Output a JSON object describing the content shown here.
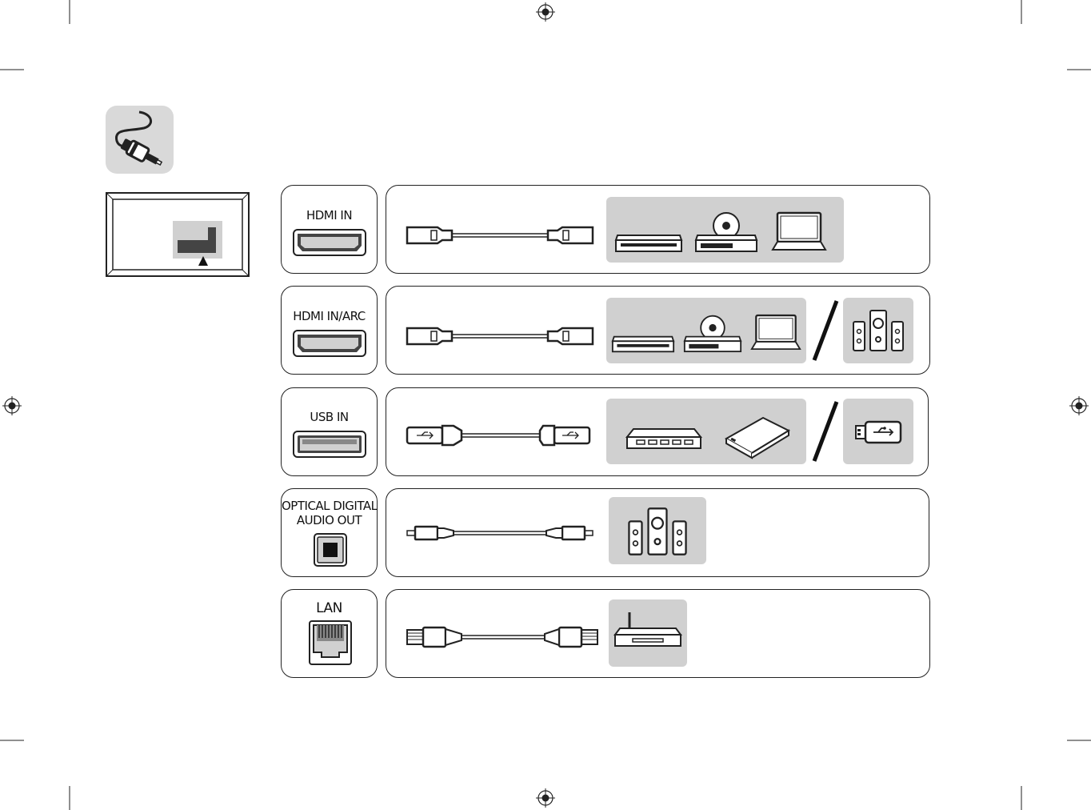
{
  "ports": [
    {
      "label": "HDMI IN",
      "port_icon": "hdmi-port-icon",
      "cable_icon": "hdmi-cable-icon",
      "devices": [
        "set-top-box-icon",
        "dvd-player-icon",
        "laptop-icon"
      ]
    },
    {
      "label": "HDMI IN/ARC",
      "port_icon": "hdmi-port-icon",
      "cable_icon": "hdmi-cable-icon",
      "devices": [
        "set-top-box-icon",
        "dvd-player-icon",
        "laptop-icon"
      ],
      "alt_devices": [
        "speaker-system-icon"
      ]
    },
    {
      "label": "USB IN",
      "port_icon": "usb-port-icon",
      "cable_icon": "usb-cable-icon",
      "devices": [
        "usb-hub-icon",
        "external-hdd-icon"
      ],
      "alt_devices": [
        "usb-flash-drive-icon"
      ]
    },
    {
      "label_lines": [
        "OPTICAL DIGITAL",
        "AUDIO OUT"
      ],
      "port_icon": "optical-port-icon",
      "cable_icon": "optical-cable-icon",
      "devices": [
        "speaker-system-icon"
      ]
    },
    {
      "label": "LAN",
      "port_icon": "lan-port-icon",
      "cable_icon": "lan-cable-icon",
      "devices": [
        "router-icon"
      ]
    }
  ],
  "colors": {
    "panel": "#d0d0d0",
    "stroke": "#222222",
    "icon_bg": "#d9d9d9"
  }
}
